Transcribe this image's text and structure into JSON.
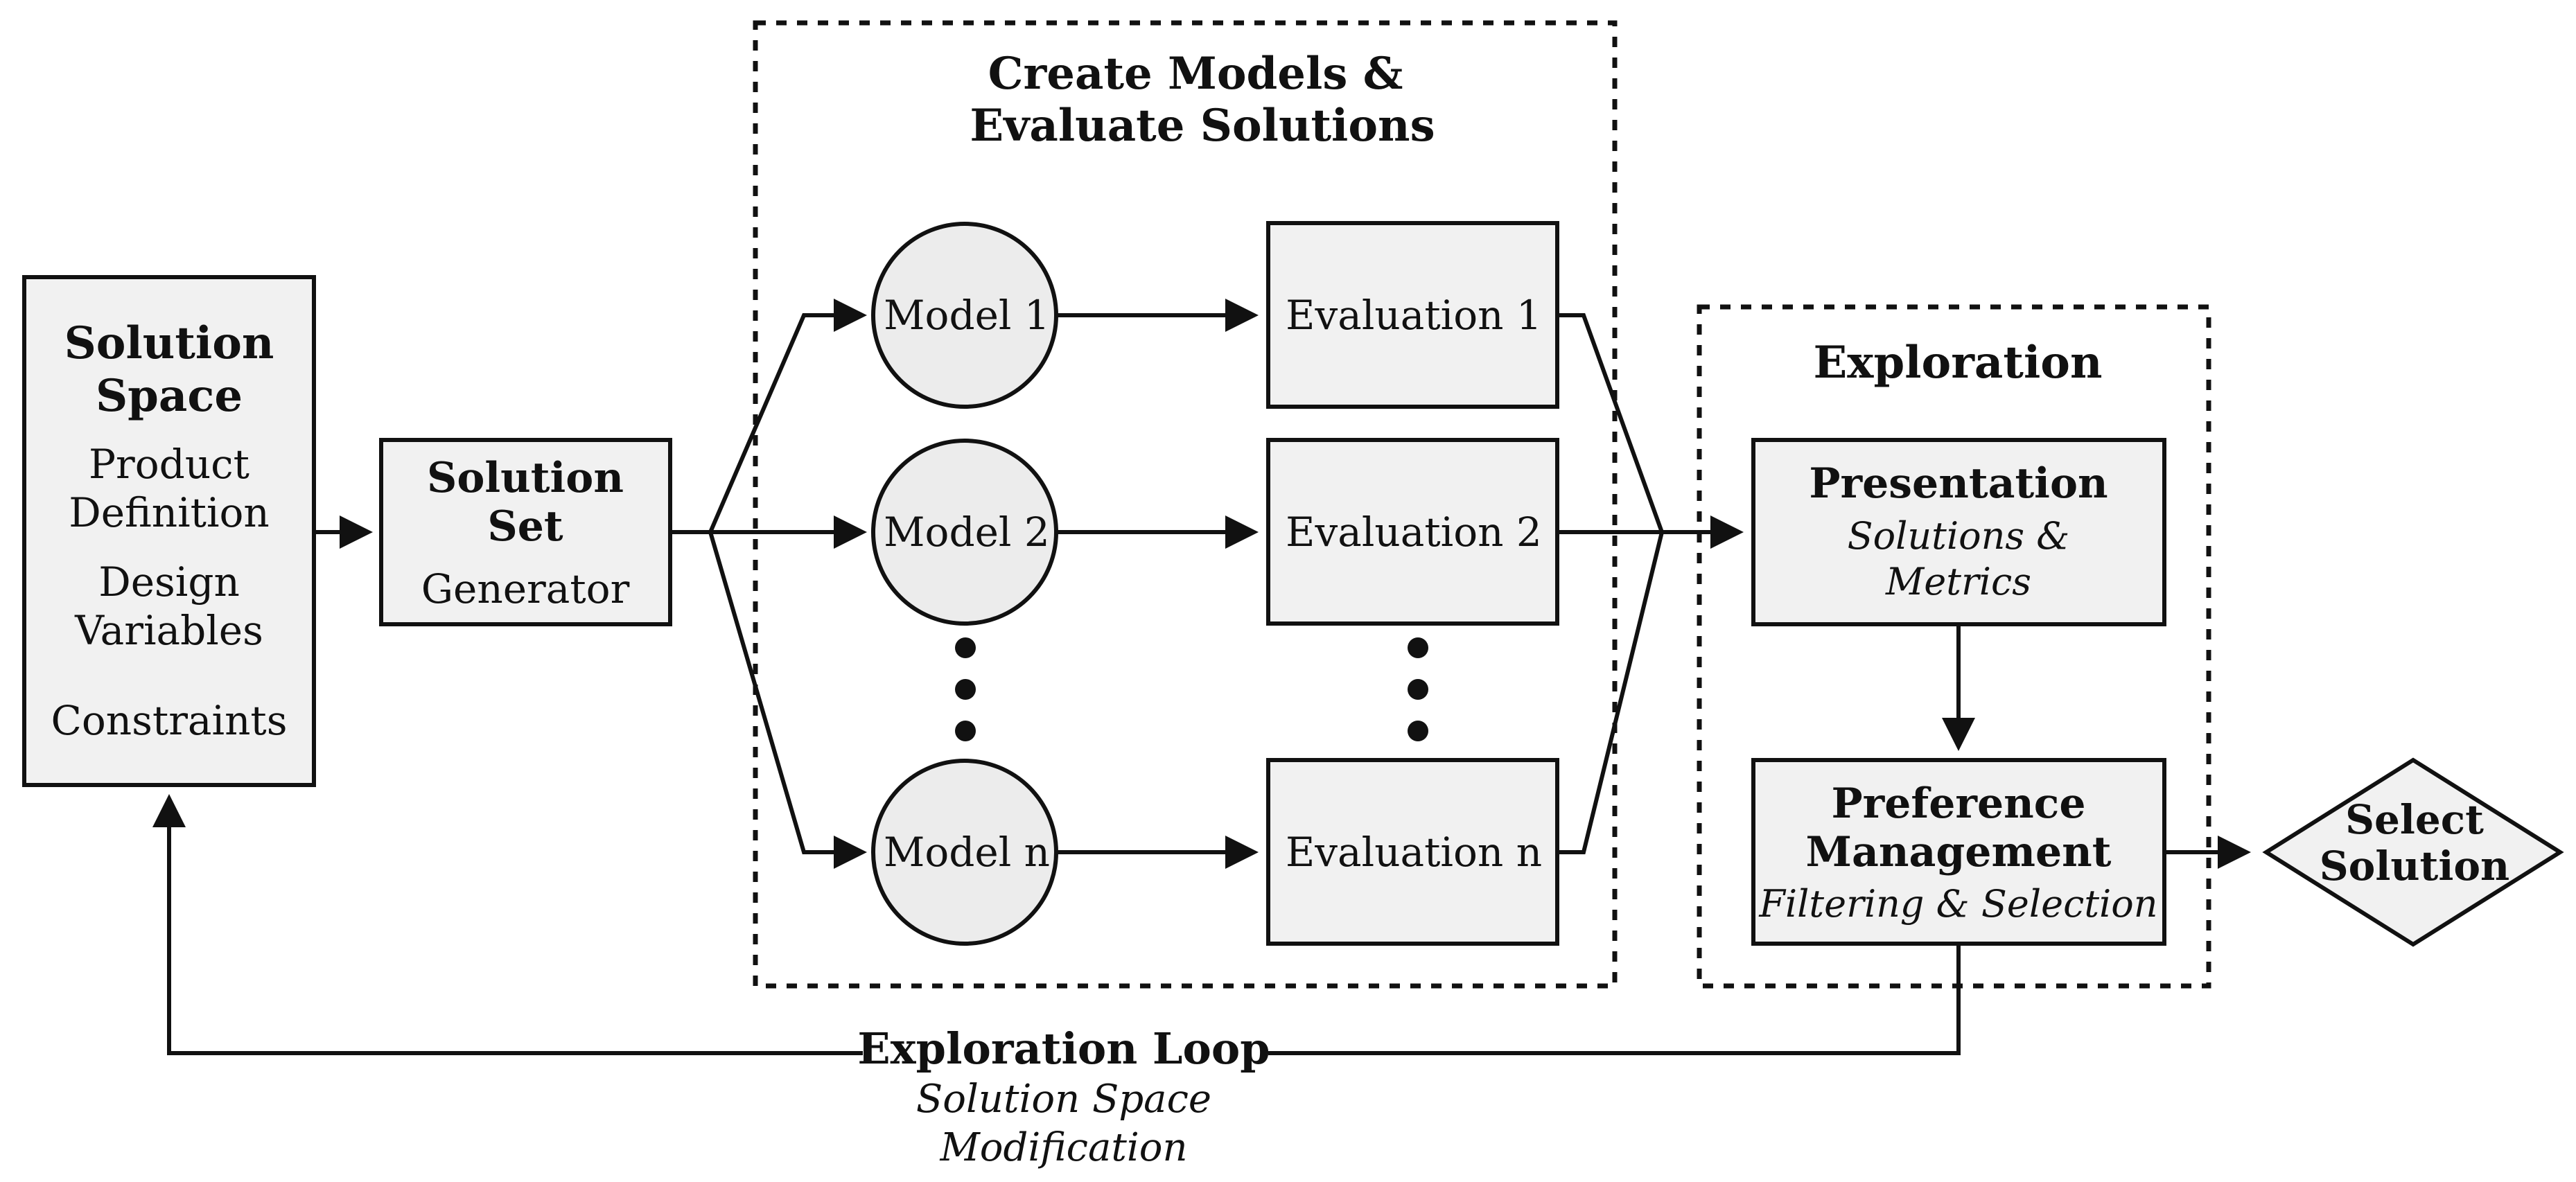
{
  "solution_space": {
    "title_1": "Solution",
    "title_2": "Space",
    "item_1a": "Product",
    "item_1b": "Definition",
    "item_2a": "Design",
    "item_2b": "Variables",
    "item_3": "Constraints"
  },
  "solution_set": {
    "title_1": "Solution",
    "title_2": "Set",
    "sub": "Generator"
  },
  "models_group": {
    "title_1": "Create Models &",
    "title_2": "Evaluate Solutions"
  },
  "models": [
    "Model 1",
    "Model 2",
    "Model n"
  ],
  "evaluations": [
    "Evaluation 1",
    "Evaluation 2",
    "Evaluation n"
  ],
  "exploration": {
    "title": "Exploration",
    "presentation_title": "Presentation",
    "presentation_sub_1": "Solutions &",
    "presentation_sub_2": "Metrics",
    "preference_title_1": "Preference",
    "preference_title_2": "Management",
    "preference_sub": "Filtering & Selection"
  },
  "select": {
    "line_1": "Select",
    "line_2": "Solution"
  },
  "loop": {
    "title": "Exploration Loop",
    "sub_1": "Solution Space",
    "sub_2": "Modification"
  },
  "colors": {
    "box_fill": "#f1f1f1",
    "circle_fill": "#ececec",
    "stroke": "#111111"
  }
}
